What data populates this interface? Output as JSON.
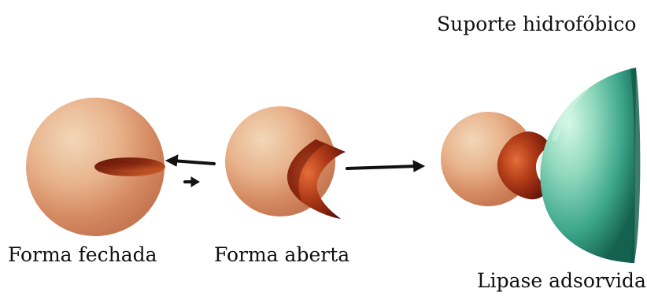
{
  "labels": {
    "top_right": "Suporte hidrofóbico",
    "closed_form": "Forma fechada",
    "open_form": "Forma aberta",
    "adsorbed": "Lipase adsorvida"
  },
  "colors": {
    "enzyme_light": "#f1d0ad",
    "enzyme_mid": "#e3a57f",
    "enzyme_dark": "#cb7b54",
    "pocket_light": "#dc6a39",
    "pocket_mid": "#9d2c12",
    "pocket_dark": "#4c0b04",
    "support_light": "#c8f2df",
    "support_mid": "#38a88c",
    "support_dark": "#12624f",
    "arrow": "#111111"
  }
}
